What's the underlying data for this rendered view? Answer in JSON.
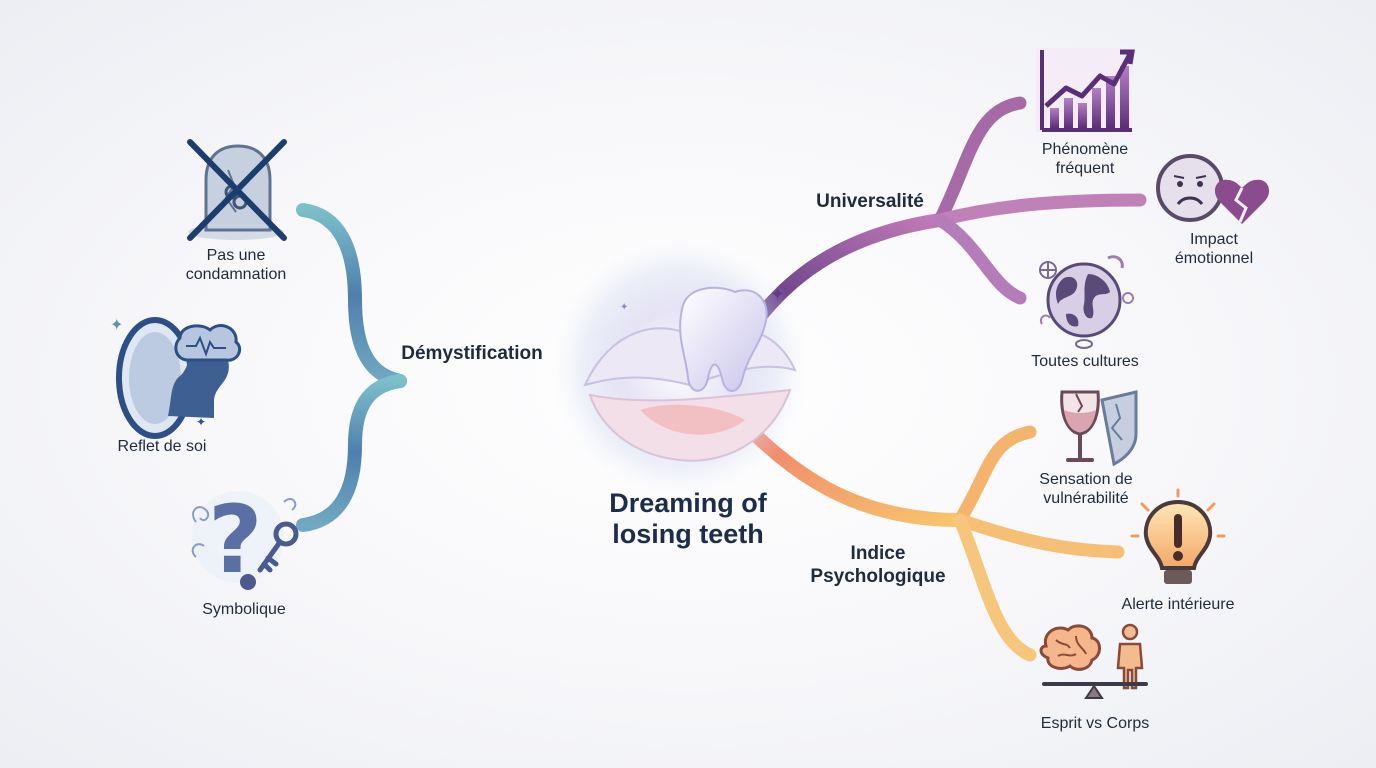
{
  "central_topic": {
    "line1": "Dreaming of",
    "line2": "losing teeth"
  },
  "branches": {
    "demystification": {
      "label": "Démystification",
      "color": "#2c4f86",
      "items": [
        {
          "label_line1": "Pas une",
          "label_line2": "condamnation",
          "icon": "crossed-out-tombstone-icon"
        },
        {
          "label_line1": "Reflet de soi",
          "icon": "mirror-reflection-icon"
        },
        {
          "label_line1": "Symbolique",
          "icon": "question-mark-key-icon"
        }
      ]
    },
    "universalite": {
      "label": "Universalité",
      "color": "#7a4fa0",
      "items": [
        {
          "label_line1": "Phénomène",
          "label_line2": "fréquent",
          "icon": "rising-chart-icon"
        },
        {
          "label_line1": "Impact",
          "label_line2": "émotionnel",
          "icon": "sad-face-broken-heart-icon"
        },
        {
          "label_line1": "Toutes cultures",
          "icon": "globe-icon"
        }
      ]
    },
    "indice_psychologique": {
      "label_line1": "Indice",
      "label_line2": "Psychologique",
      "color": "#f29a5a",
      "items": [
        {
          "label_line1": "Sensation de",
          "label_line2": "vulnérabilité",
          "icon": "broken-glass-shield-icon"
        },
        {
          "label_line1": "Alerte intérieure",
          "icon": "lightbulb-alert-icon"
        },
        {
          "label_line1": "Esprit vs Corps",
          "icon": "brain-body-balance-icon"
        }
      ]
    }
  }
}
